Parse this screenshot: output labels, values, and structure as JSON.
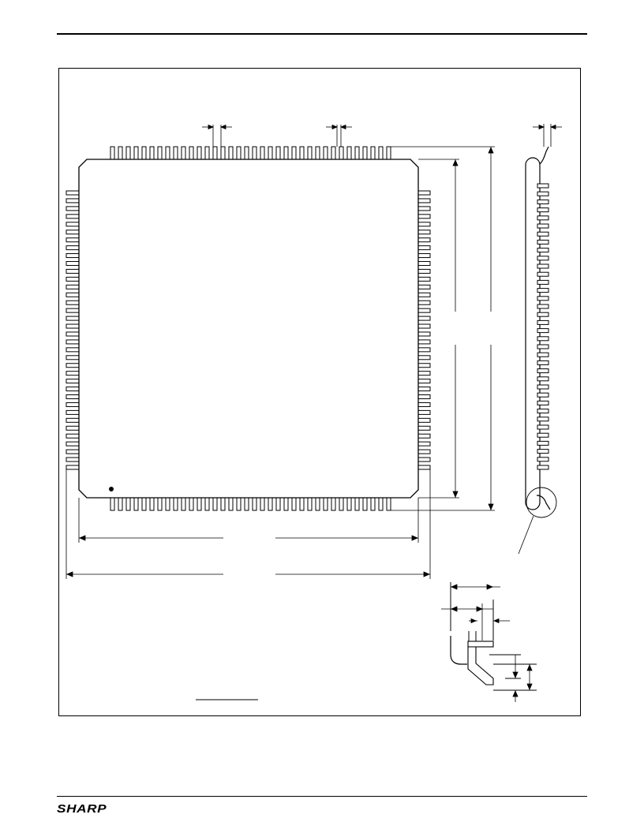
{
  "brand": {
    "logo_text": "SHARP"
  },
  "drawing": {
    "package_pins_per_side": 36,
    "lead_style": "gull-wing",
    "pin1_marker": "dot"
  }
}
